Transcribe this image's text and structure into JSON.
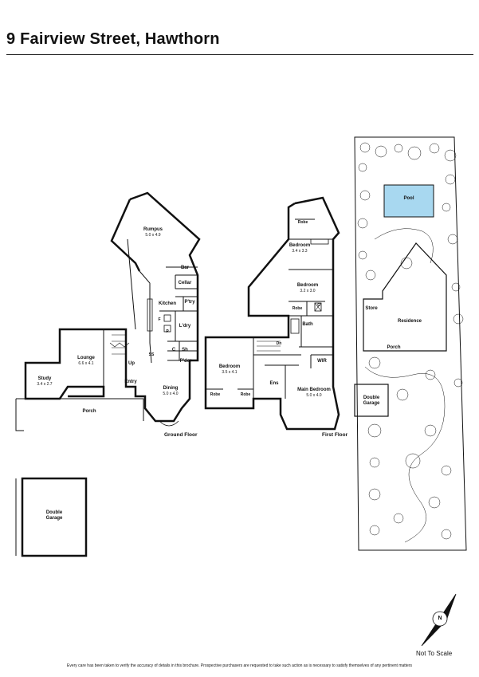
{
  "header": {
    "title": "9 Fairview Street, Hawthorn"
  },
  "ground_floor": {
    "label": "Ground Floor",
    "rooms": [
      {
        "name": "Rumpus",
        "dim": "5.0 x 4.9"
      },
      {
        "name": "Bar",
        "dim": ""
      },
      {
        "name": "Cellar",
        "dim": ""
      },
      {
        "name": "Kitchen",
        "dim": ""
      },
      {
        "name": "P'try",
        "dim": ""
      },
      {
        "name": "L'dry",
        "dim": ""
      },
      {
        "name": "Lounge",
        "dim": "6.6 x 4.1"
      },
      {
        "name": "Study",
        "dim": "3.4 x 2.7"
      },
      {
        "name": "Entry",
        "dim": ""
      },
      {
        "name": "Dining",
        "dim": "5.0 x 4.0"
      },
      {
        "name": "P'der",
        "dim": ""
      },
      {
        "name": "Porch",
        "dim": ""
      },
      {
        "name": "Double Garage",
        "dim": ""
      }
    ],
    "small_labels": [
      "Up",
      "SS",
      "C",
      "Sh",
      "F",
      "P"
    ]
  },
  "first_floor": {
    "label": "First Floor",
    "rooms": [
      {
        "name": "Robe",
        "dim": ""
      },
      {
        "name": "Bedroom",
        "dim": "3.4 x 3.3"
      },
      {
        "name": "Bedroom",
        "dim": "3.2 x 3.0"
      },
      {
        "name": "Robe",
        "dim": ""
      },
      {
        "name": "C",
        "dim": ""
      },
      {
        "name": "Bath",
        "dim": ""
      },
      {
        "name": "Dn",
        "dim": ""
      },
      {
        "name": "Bedroom",
        "dim": "3.5 x 4.1"
      },
      {
        "name": "Robe",
        "dim": ""
      },
      {
        "name": "Robe",
        "dim": ""
      },
      {
        "name": "Ens",
        "dim": ""
      },
      {
        "name": "WIR",
        "dim": ""
      },
      {
        "name": "Main Bedroom",
        "dim": "5.0 x 4.0"
      }
    ]
  },
  "site_plan": {
    "areas": [
      "Pool",
      "Store",
      "Residence",
      "Porch",
      "Double Garage"
    ]
  },
  "footer": {
    "scale_note": "Not To Scale",
    "disclaimer": "Every care has been taken to verify the accuracy of details in this brochure. Prospective purchasers are requested to take such action as is necessary to satisfy themselves of any pertinent matters"
  },
  "compass": {
    "label": "N"
  }
}
